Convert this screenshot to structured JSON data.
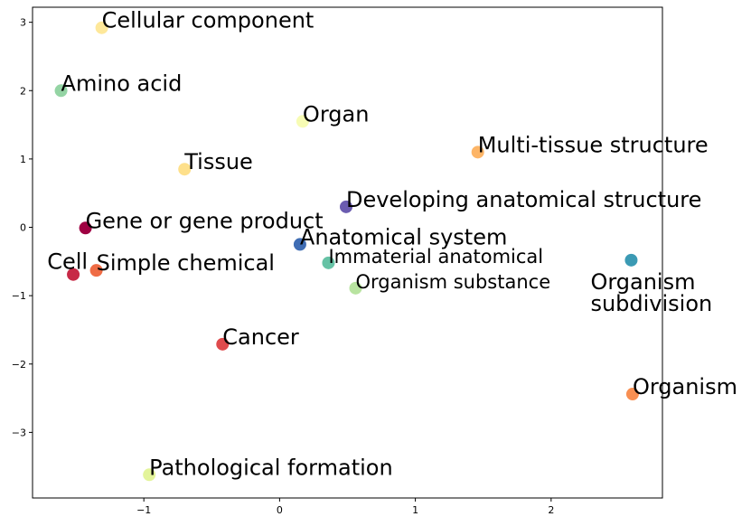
{
  "chart_data": {
    "type": "scatter",
    "title": "",
    "xlabel": "",
    "ylabel": "",
    "xlim": [
      -1.82,
      2.82
    ],
    "ylim": [
      -3.96,
      3.22
    ],
    "xticks": [
      -1,
      0,
      1,
      2
    ],
    "xtick_labels": [
      "−1",
      "0",
      "1",
      "2"
    ],
    "yticks": [
      3,
      2,
      1,
      0,
      -1,
      -2,
      -3
    ],
    "ytick_labels": [
      "3",
      "2",
      "1",
      "0",
      "−1",
      "−2",
      "−3"
    ],
    "grid": false,
    "legend": "none",
    "points": [
      {
        "label": "Cellular component",
        "x": -1.31,
        "y": 2.92,
        "color": "#fee89a",
        "label_size": "large",
        "label_anchor": "right-up"
      },
      {
        "label": "Amino acid",
        "x": -1.61,
        "y": 2.0,
        "color": "#94d4a4",
        "label_size": "large",
        "label_anchor": "right-up"
      },
      {
        "label": "Organ",
        "x": 0.17,
        "y": 1.55,
        "color": "#f7fcb4",
        "label_size": "large",
        "label_anchor": "right-up"
      },
      {
        "label": "Multi-tissue structure",
        "x": 1.46,
        "y": 1.1,
        "color": "#fdb567",
        "label_size": "large",
        "label_anchor": "right-up"
      },
      {
        "label": "Tissue",
        "x": -0.7,
        "y": 0.85,
        "color": "#fee08b",
        "label_size": "large",
        "label_anchor": "right-up"
      },
      {
        "label": "Developing anatomical structure",
        "x": 0.49,
        "y": 0.3,
        "color": "#6b5cb0",
        "label_size": "large",
        "label_anchor": "right-up"
      },
      {
        "label": "Gene or gene product",
        "x": -1.43,
        "y": -0.01,
        "color": "#9e0142",
        "label_size": "large",
        "label_anchor": "right-up"
      },
      {
        "label": "Anatomical system",
        "x": 0.15,
        "y": -0.25,
        "color": "#3f6db4",
        "label_size": "large",
        "label_anchor": "right-up"
      },
      {
        "label": "Immaterial anatomical",
        "x": 0.36,
        "y": -0.52,
        "color": "#66c2a5",
        "label_size": "medium",
        "label_anchor": "right-up"
      },
      {
        "label": "Organism subdivision",
        "x": 2.59,
        "y": -0.48,
        "color": "#3b9ab4",
        "label_size": "large",
        "label_anchor": "below"
      },
      {
        "label": "Cell",
        "x": -1.52,
        "y": -0.69,
        "color": "#c72946",
        "label_size": "large",
        "label_anchor": "left-up"
      },
      {
        "label": "Simple chemical",
        "x": -1.35,
        "y": -0.63,
        "color": "#ef6c45",
        "label_size": "large",
        "label_anchor": "right-up"
      },
      {
        "label": "Organism substance",
        "x": 0.56,
        "y": -0.89,
        "color": "#b8e3a0",
        "label_size": "medium",
        "label_anchor": "right-up"
      },
      {
        "label": "Cancer",
        "x": -0.42,
        "y": -1.71,
        "color": "#df4a4c",
        "label_size": "large",
        "label_anchor": "right-up"
      },
      {
        "label": "Organism",
        "x": 2.6,
        "y": -2.44,
        "color": "#f88f52",
        "label_size": "large",
        "label_anchor": "right-up"
      },
      {
        "label": "Pathological formation",
        "x": -0.96,
        "y": -3.62,
        "color": "#e3f49a",
        "label_size": "large",
        "label_anchor": "right-up"
      }
    ]
  }
}
